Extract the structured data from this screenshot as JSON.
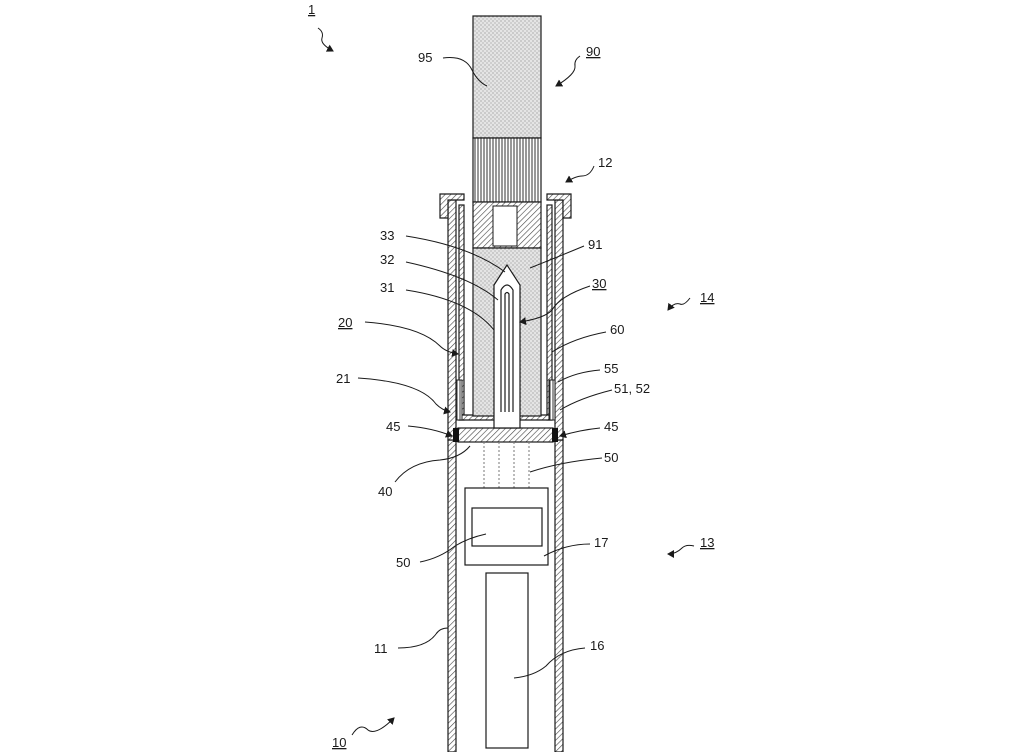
{
  "labels": {
    "l1": "1",
    "l95": "95",
    "l90": "90",
    "l12": "12",
    "l33": "33",
    "l91": "91",
    "l32": "32",
    "l30": "30",
    "l14": "14",
    "l31": "31",
    "l60": "60",
    "l20": "20",
    "l55": "55",
    "l21": "21",
    "l5152": "51, 52",
    "l45a": "45",
    "l45b": "45",
    "l50a": "50",
    "l40": "40",
    "l17": "17",
    "l13": "13",
    "l50b": "50",
    "l16": "16",
    "l11": "11",
    "l10": "10"
  }
}
